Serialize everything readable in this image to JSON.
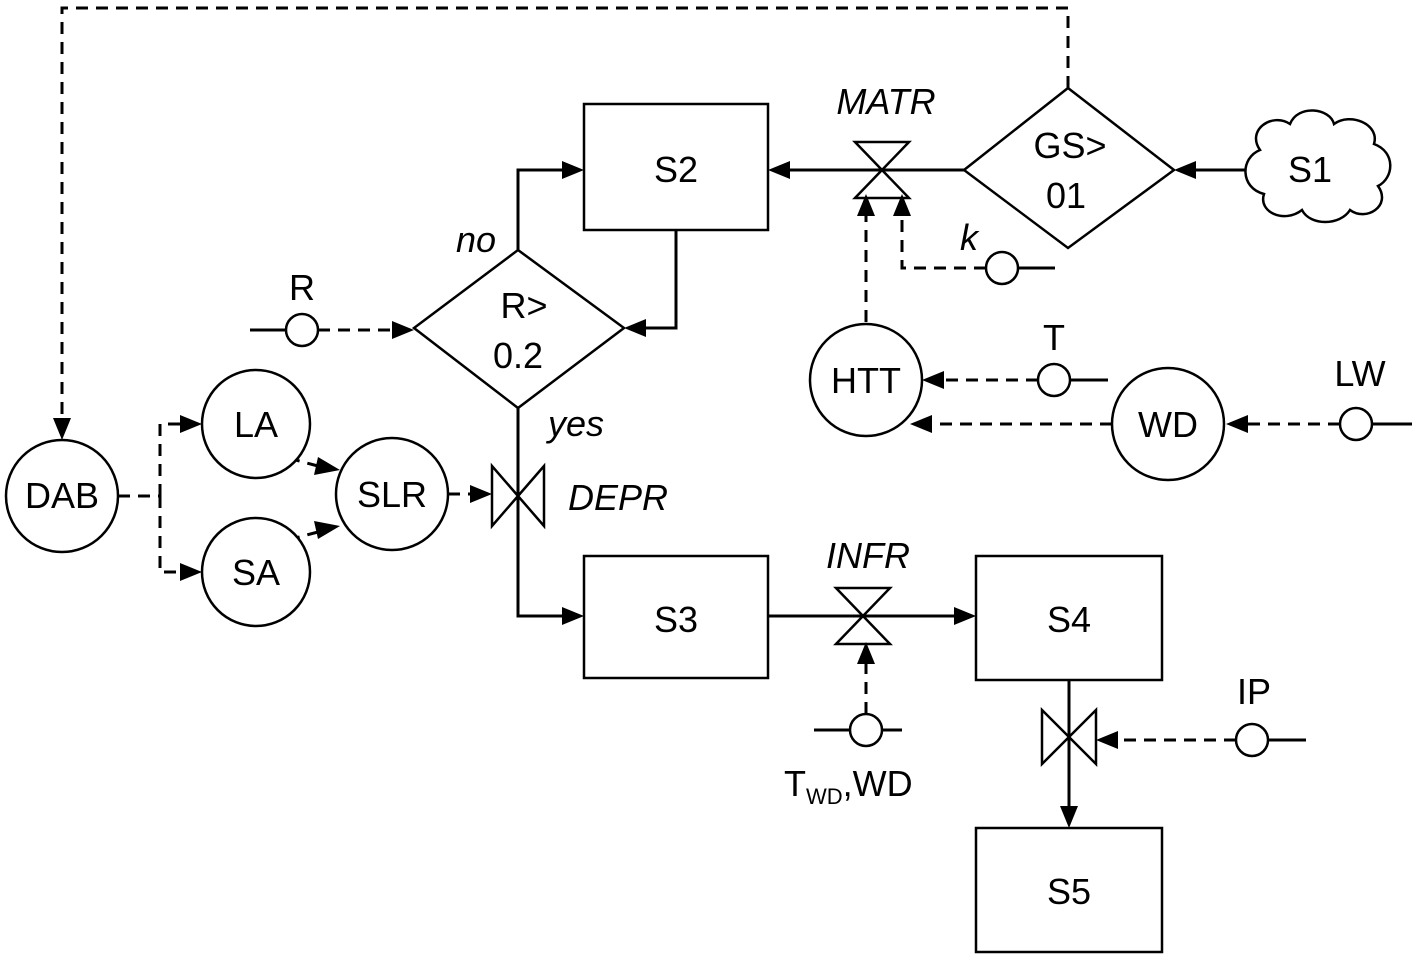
{
  "boxes": {
    "s2": "S2",
    "s3": "S3",
    "s4": "S4",
    "s5": "S5"
  },
  "cloud": {
    "s1": "S1"
  },
  "decisions": {
    "gs": {
      "line1": "GS>",
      "line2": "01"
    },
    "r": {
      "line1": "R>",
      "line2": "0.2"
    }
  },
  "circles": {
    "dab": "DAB",
    "la": "LA",
    "sa": "SA",
    "slr": "SLR",
    "htt": "HTT",
    "wd": "WD"
  },
  "flows": {
    "matr": "MATR",
    "depr": "DEPR",
    "infr": "INFR"
  },
  "branches": {
    "no": "no",
    "yes": "yes"
  },
  "parameters": {
    "r": "R",
    "k": "k",
    "t": "T",
    "lw": "LW",
    "ip": "IP",
    "twd_main": "T",
    "twd_sub": "WD",
    "twd_rest": ",WD"
  }
}
